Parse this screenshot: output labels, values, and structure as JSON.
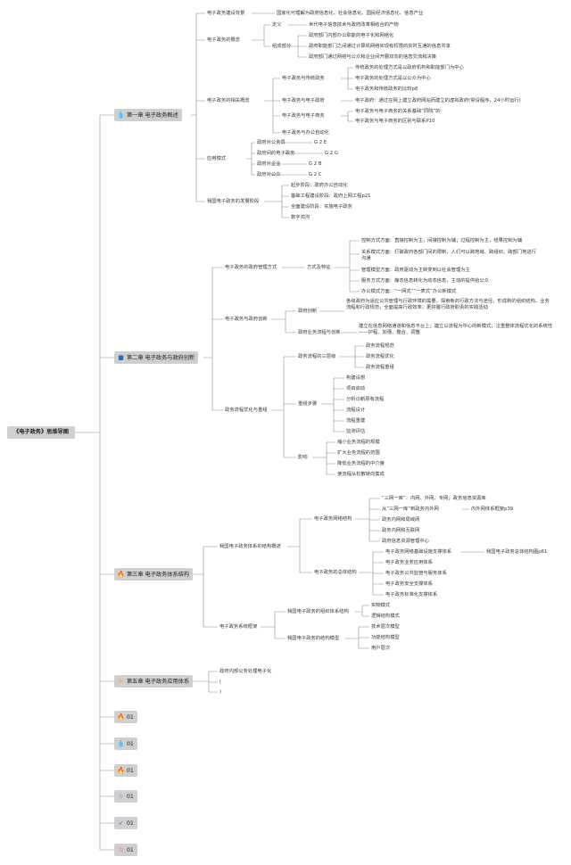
{
  "title": "《电子政务》思维导图",
  "chapters": [
    {
      "icon": "water-drop-icon",
      "glyph": "💧",
      "color": "#3b7dd8",
      "label": "第一章 电子政务概述"
    },
    {
      "icon": "square-icon",
      "glyph": "■",
      "color": "#2b6cb5",
      "label": "第二章 电子政务与政府创新"
    },
    {
      "icon": "fire-icon",
      "glyph": "🔥",
      "color": "#e0502a",
      "label": "第三章 电子政务体系结构"
    },
    {
      "icon": "sun-icon",
      "glyph": "☀",
      "color": "#f2b316",
      "label": "第五章 电子政务应用体系"
    },
    {
      "icon": "fire-icon",
      "glyph": "🔥",
      "color": "#e0502a",
      "label": "01"
    },
    {
      "icon": "water-drop-icon",
      "glyph": "💧",
      "color": "#3b7dd8",
      "label": "01"
    },
    {
      "icon": "fire-icon",
      "glyph": "🔥",
      "color": "#e0502a",
      "label": "01"
    },
    {
      "icon": "star-outline-icon",
      "glyph": "☆",
      "color": "#3b7dd8",
      "label": "01"
    },
    {
      "icon": "rocket-icon",
      "glyph": "➶",
      "color": "#3b7dd8",
      "label": "01"
    },
    {
      "icon": "star-outline-icon",
      "glyph": "☆",
      "color": "#e0502a",
      "label": "01"
    }
  ],
  "ch1": {
    "n1": "电子政务建设背景",
    "n1a": "国家化可理解为政府信息化、社会信息化、国民经济信息化、信息产业",
    "n2": "电子政务的概念",
    "n2a": "定义",
    "n2a1": "世代电子信息技术与政府改革相结合的产物",
    "n2b": "组成部分",
    "n2b1": "政府部门内部办公职能的电子化和网络化",
    "n2b2": "政府职能部门之间通过计算机网络实现有权限的实时互通的信息共享",
    "n2b3": "政府部门通过网络与公众和企业间开展双向的信息交流和决策",
    "n3": "电子政务的相关概念",
    "n3a": "电子政务与传统政务",
    "n3a1": "传统政务的处理方式是以政府机构和职能部门为中心",
    "n3a2": "电子政务的处理方式是以公众为中心",
    "n3a3": "电子政务和传统政务的比较p8",
    "n3b": "电子政务与电子政府",
    "n3b1": "电子政府：通过在网上建立政府网站而建立的虚拟政府(常设程序，24小时运行)",
    "n3c": "电子政务与电子商务",
    "n3c1": "电子政务与电子商务的关系基础“同院”的",
    "n3c2": "电子政务与电子商务的区别与联系P10",
    "n3d": "电子政务与办公自动化",
    "n4": "应用模式",
    "n4a": "政府对公务员",
    "n4a1": "G 2 E",
    "n4b": "政府间的电子政务",
    "n4b1": "G 2 G",
    "n4c": "政府对企业",
    "n4c1": "G 2 B",
    "n4d": "政府对公众",
    "n4d1": "G 2 C",
    "n5": "我国电子政务的发展阶段",
    "n5a": "起步阶段：政府办公自动化",
    "n5b": "基础工程建设阶段：政府上网工程p21",
    "n5c": "全面建设阶段：实施电子政务",
    "n5d": "数字鸿沟"
  },
  "ch2": {
    "n1": "电子政务的政府管理方式",
    "n1a": "方式及特征",
    "n1a1": "控制方式方面：直接控制为主，间接控制为辅；过程控制为主，结果控制为辅",
    "n1a2": "关系模式方面：打破政府各部门间的限制，人们可以跨地域、跨组织、跨部门地进行沟通",
    "n1a3": "管理模型方面：政府驱动为主转变到以社会管理为主",
    "n1a4": "服务方式方面：静态信息转化为动态信息，主动的提供给公众",
    "n1a5": "办公模式方面：“一网式”“一表式”办公新模式",
    "n2": "电子政务与政府创新",
    "n2a": "政府创新",
    "n2a1": "各级政府为适应公共管理与行政环境的需要，探索新的行政方法与途径，形成新的组织结构、业务流程和行政规范，全面提高行政效率，更好履行政府职责的实践活动",
    "n2b": "政府业务流程与创新",
    "n2b1": "建立在信息网络通道和信息平台上；建立以流程为中心的新模式；注重整体流程优化的系统性——护程、加强、整合、调整",
    "n3": "政务流程优化与重组",
    "n3a": "政务流程的三层级",
    "n3a1": "政务流程规范",
    "n3a2": "政务流程优化",
    "n3a3": "政务流程重组",
    "n3b": "重组步骤",
    "n3b1": "构建设想",
    "n3b2": "项目启动",
    "n3b3": "分析诊断原有流程",
    "n3b4": "流程设计",
    "n3b5": "流程重建",
    "n3b6": "监测评估",
    "n3c": "影响",
    "n3c1": "缩小业务流程的规模",
    "n3c2": "扩大业务流程的范围",
    "n3c3": "降低业务流程的中介度",
    "n3c4": "使流程从松散转向集成"
  },
  "ch3": {
    "n1": "我国电子政务体系的结构概述",
    "n1a": "电子政务网络结构",
    "n1a1": "“三网一库”：内网、外网、专网；政务信息资源库",
    "n1a2": "从“三网一库”到政务内外网",
    "n1a2x": "内外网体系框架p39",
    "n1a3": "政务内网和局域网",
    "n1a4": "政务内网和互联网",
    "n1a5": "政府信息资源管理中心",
    "n1b": "电子政务的总体结构",
    "n1b1": "电子政务网络基础设施支撑体系",
    "n1b1x": "我国电子政务总体结构图p61",
    "n1b2": "电子政务业务应用体系",
    "n1b3": "电子政务公共监管与服务体系",
    "n1b4": "电子政务安全支撑体系",
    "n1b5": "电子政务标准化支撑体系",
    "n2": "电子政务系统框架",
    "n2a": "我国电子政务的组织体系结构",
    "n2a1": "实物模式",
    "n2a2": "逻辑结构模式",
    "n2b": "我国电子政务的结构模型",
    "n2b1": "技术层次模型",
    "n2b2": "功能结构模型",
    "n2b3": "用户层次"
  },
  "ch5": {
    "n1": "政府内部公务处理电子化",
    "n2": "(",
    "n3": ")"
  }
}
